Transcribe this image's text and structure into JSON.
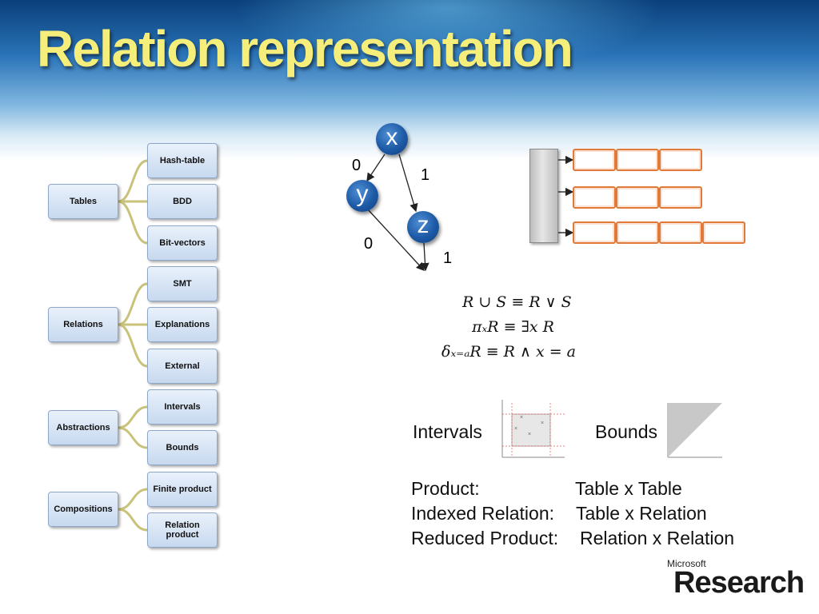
{
  "slide": {
    "title": "Relation representation"
  },
  "mindmap": {
    "groups": [
      {
        "label": "Tables",
        "children": [
          "Hash-table",
          "BDD",
          "Bit-vectors"
        ]
      },
      {
        "label": "Relations",
        "children": [
          "SMT",
          "Explanations",
          "External"
        ]
      },
      {
        "label": "Abstractions",
        "children": [
          "Intervals",
          "Bounds"
        ]
      },
      {
        "label": "Compositions",
        "children": [
          "Finite product",
          "Relation product"
        ]
      }
    ]
  },
  "bdd": {
    "nodes": [
      "x",
      "y",
      "z"
    ],
    "edge_labels": [
      "0",
      "1",
      "0",
      "1"
    ]
  },
  "formulas": [
    "R ∪ S ≡ R ∨ S",
    "πₓR ≡ ∃x R",
    "δₓ₌ₐR ≡ R ∧ x = a"
  ],
  "abstraction_labels": {
    "intervals": "Intervals",
    "bounds": "Bounds"
  },
  "products": [
    {
      "name": "Product:",
      "value": "Table x Table"
    },
    {
      "name": "Indexed Relation:",
      "value": "Table x Relation"
    },
    {
      "name": "Reduced Product:",
      "value": "Relation x Relation"
    }
  ],
  "logo": {
    "company": "Microsoft",
    "division": "Research"
  },
  "colors": {
    "title": "#f6ee7a",
    "node_fill": "#d6e4f5",
    "connector": "#c9c27a",
    "bdd_node": "#1d5aa6",
    "hash_cell_border": "#e07a3a"
  }
}
